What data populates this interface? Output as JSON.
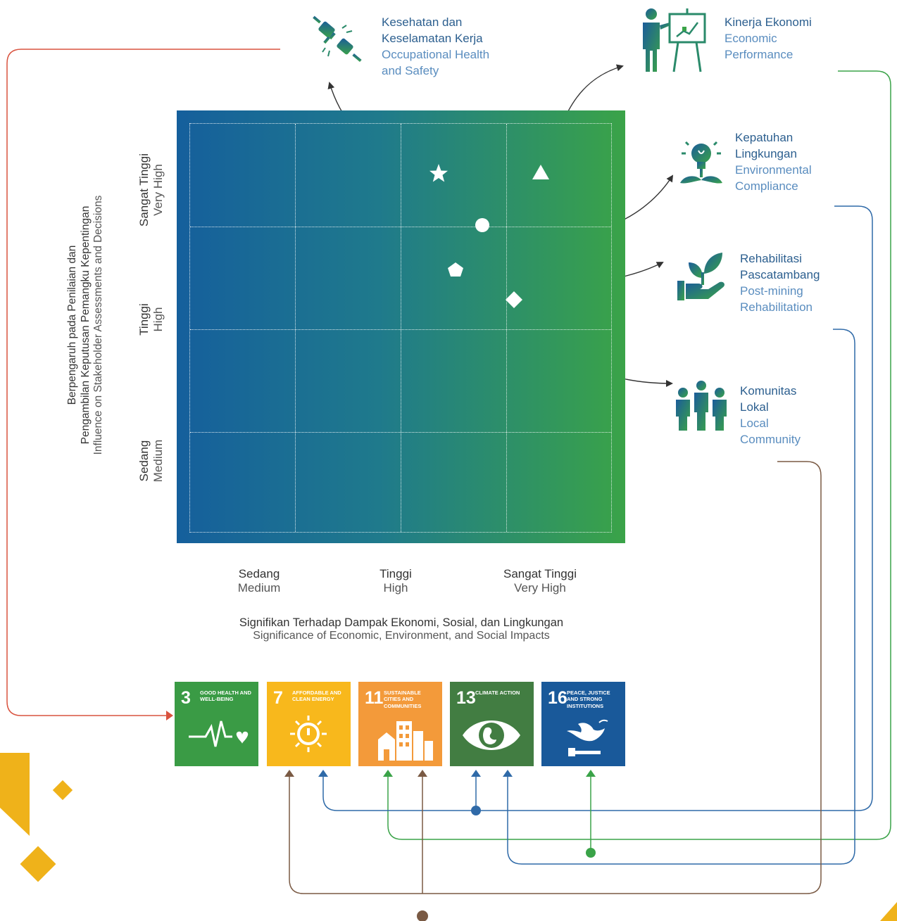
{
  "matrix": {
    "y_title": {
      "line1": "Berpengaruh pada Penilaian dan",
      "line2": "Pengambilan Keputusan Pemangku Kepentingan",
      "line3": "Influence on Stakeholder Assessments and Decisions"
    },
    "y_levels": [
      {
        "id": "Sangat Tinggi",
        "en": "Very High"
      },
      {
        "id": "Tinggi",
        "en": "High"
      },
      {
        "id": "Sedang",
        "en": "Medium"
      }
    ],
    "x_levels": [
      {
        "id": "Sedang",
        "en": "Medium"
      },
      {
        "id": "Tinggi",
        "en": "High"
      },
      {
        "id": "Sangat Tinggi",
        "en": "Very High"
      }
    ],
    "x_title": {
      "main": "Signifikan Terhadap Dampak Ekonomi, Sosial, dan Lingkungan",
      "sub": "Significance of Economic, Environment, and Social Impacts"
    }
  },
  "topics": [
    {
      "key": "ohs",
      "marker": "star",
      "label_id": "Kesehatan dan Keselamatan Kerja",
      "label_id_l1": "Kesehatan dan",
      "label_id_l2": "Keselamatan Kerja",
      "label_en_l1": "Occupational Health",
      "label_en_l2": "and Safety",
      "icon": "plug-icon",
      "line_color": "#d9533f"
    },
    {
      "key": "econ",
      "marker": "triangle",
      "label_id_l1": "Kinerja Ekonomi",
      "label_en_l1": "Economic",
      "label_en_l2": "Performance",
      "icon": "presenter-chart-icon",
      "line_color": "#3aa348"
    },
    {
      "key": "env",
      "marker": "circle",
      "label_id_l1": "Kepatuhan",
      "label_id_l2": "Lingkungan",
      "label_en_l1": "Environmental",
      "label_en_l2": "Compliance",
      "icon": "eco-bulb-icon",
      "line_color": "#2f6aa8"
    },
    {
      "key": "rehab",
      "marker": "pentagon",
      "label_id_l1": "Rehabilitasi",
      "label_id_l2": "Pascatambang",
      "label_en_l1": "Post-mining",
      "label_en_l2": "Rehabilitation",
      "icon": "hand-plant-icon",
      "line_color": "#2f6aa8"
    },
    {
      "key": "community",
      "marker": "diamond",
      "label_id_l1": "Komunitas",
      "label_id_l2": "Lokal",
      "label_en_l1": "Local",
      "label_en_l2": "Community",
      "icon": "people-group-icon",
      "line_color": "#7a5a44"
    }
  ],
  "sdgs": [
    {
      "num": "3",
      "name": "Good Health and Well-Being",
      "color": "#3a9b45",
      "icon": "heartbeat-icon"
    },
    {
      "num": "7",
      "name": "Affordable and Clean Energy",
      "color": "#f8b81c",
      "icon": "sun-power-icon"
    },
    {
      "num": "11",
      "name": "Sustainable Cities and Communities",
      "color": "#f39a3a",
      "icon": "city-buildings-icon"
    },
    {
      "num": "13",
      "name": "Climate Action",
      "color": "#427d42",
      "icon": "eye-globe-icon"
    },
    {
      "num": "16",
      "name": "Peace, Justice and Strong Institutions",
      "color": "#19599a",
      "icon": "dove-gavel-icon"
    }
  ],
  "colors": {
    "matrix_left": "#155f9c",
    "matrix_right": "#3aa348",
    "red_line": "#d9533f",
    "green_line": "#3aa348",
    "blue_line": "#2f6aa8",
    "brown_line": "#7a5a44",
    "accent_yellow": "#efb21a"
  }
}
